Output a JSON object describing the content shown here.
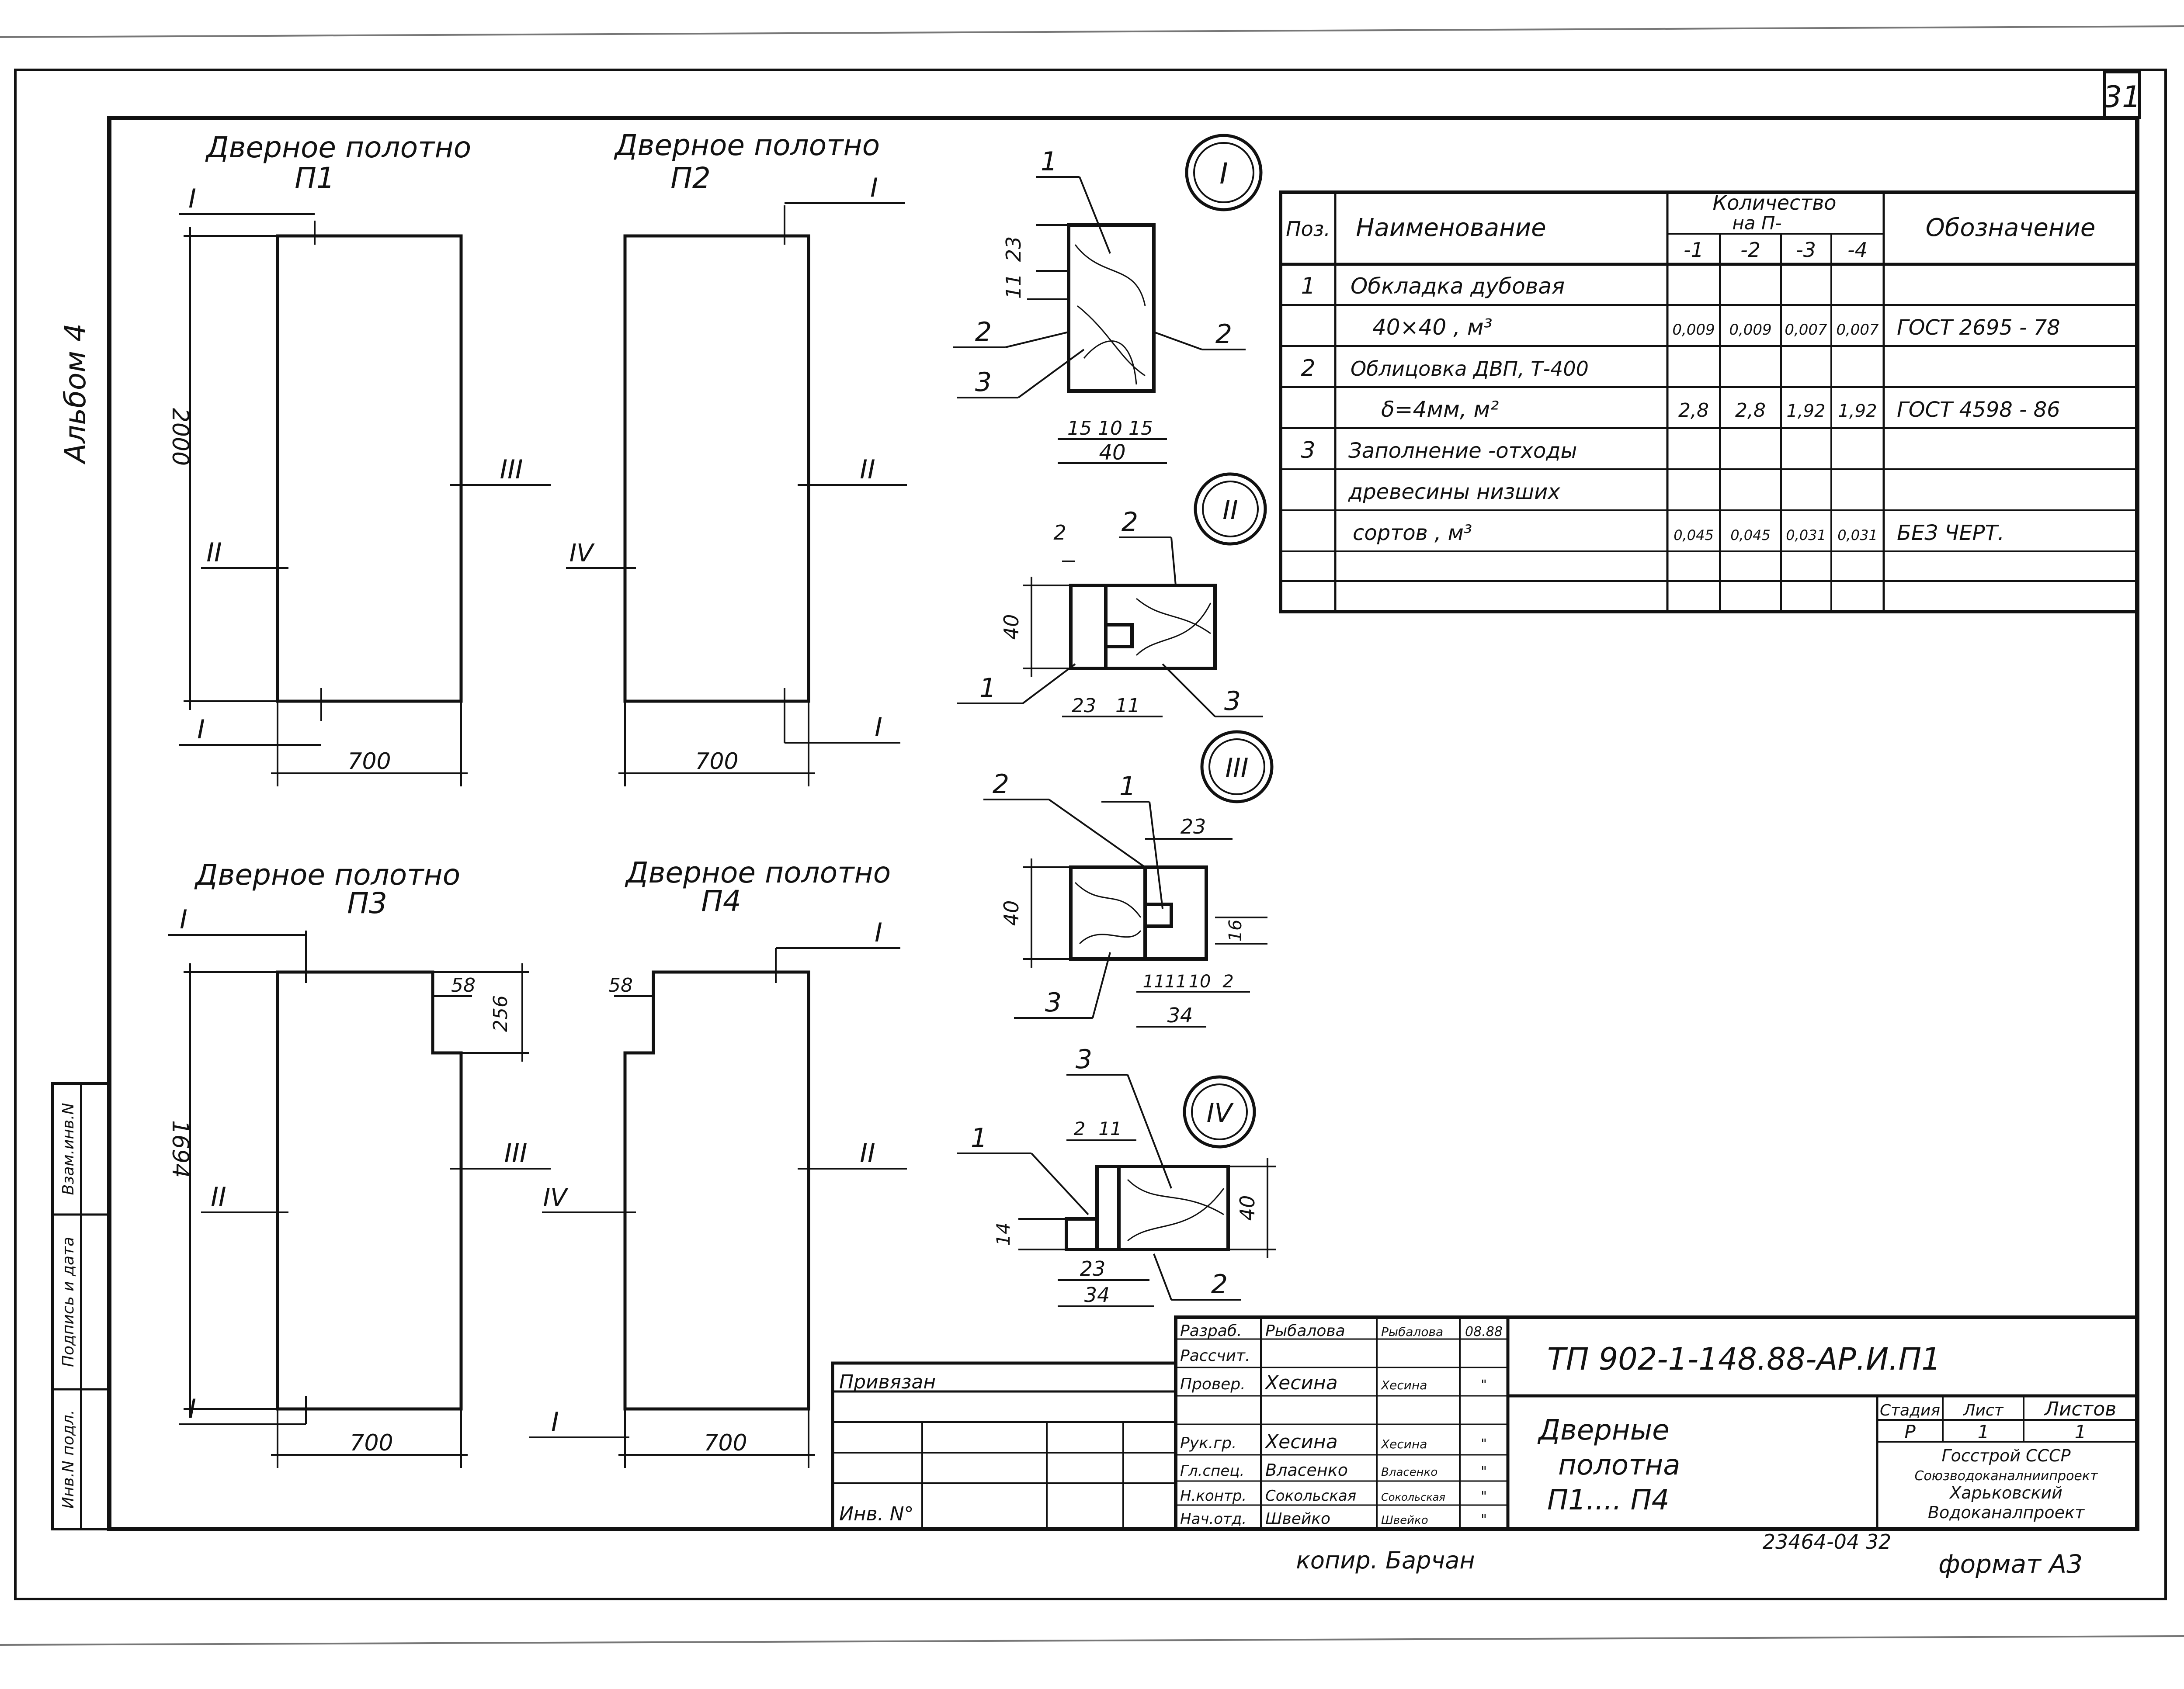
{
  "sheet": {
    "number": "31",
    "album": "Альбом 4",
    "copied_by": "копир. Барчан",
    "archive_no": "23464-04 32",
    "format": "формат А3"
  },
  "side_stamp": {
    "cells": [
      "Взам.инв.N",
      "Подпись и дата",
      "Инв.N подл."
    ]
  },
  "doors": [
    {
      "title": "Дверное полотно",
      "code": "П1",
      "height": "2000",
      "width": "700",
      "marks": {
        "top": "I",
        "bottom": "I",
        "left": "II",
        "right": "III"
      }
    },
    {
      "title": "Дверное полотно",
      "code": "П2",
      "width": "700",
      "marks": {
        "top": "I",
        "bottom": "I",
        "left": "IV",
        "right": "II"
      }
    },
    {
      "title": "Дверное полотно",
      "code": "П3",
      "height": "1694",
      "width": "700",
      "notch_w": "58",
      "notch_h": "256",
      "marks": {
        "top": "I",
        "bottom": "I",
        "left": "II",
        "right": "III"
      }
    },
    {
      "title": "Дверное полотно",
      "code": "П4",
      "width": "700",
      "notch_w": "58",
      "marks": {
        "top": "I",
        "bottom": "I",
        "left": "IV",
        "right": "II"
      }
    }
  ],
  "sections": [
    {
      "mark": "I",
      "dims": [
        "23",
        "11",
        "15",
        "10",
        "15",
        "40"
      ],
      "callouts": [
        "1",
        "2",
        "2",
        "3"
      ]
    },
    {
      "mark": "II",
      "dims": [
        "2",
        "40",
        "23",
        "11"
      ],
      "callouts": [
        "2",
        "1",
        "3"
      ]
    },
    {
      "mark": "III",
      "dims": [
        "23",
        "40",
        "16",
        "11",
        "11",
        "10",
        "2",
        "34"
      ],
      "callouts": [
        "2",
        "1",
        "3"
      ]
    },
    {
      "mark": "IV",
      "dims": [
        "2",
        "11",
        "40",
        "14",
        "23",
        "34"
      ],
      "callouts": [
        "3",
        "1",
        "2"
      ]
    }
  ],
  "spec_table": {
    "headers": {
      "pos": "Поз.",
      "name": "Наименование",
      "qty": "Количество",
      "qty_sub": "на П-",
      "designation": "Обозначение"
    },
    "qty_cols": [
      "-1",
      "-2",
      "-3",
      "-4"
    ],
    "rows": [
      {
        "pos": "1",
        "name": "Обкладка дубовая",
        "q": [
          "",
          "",
          "",
          ""
        ],
        "desig": ""
      },
      {
        "pos": "",
        "name": "40×40 , м³",
        "q": [
          "0,009",
          "0,009",
          "0,007",
          "0,007"
        ],
        "desig": "ГОСТ 2695 - 78"
      },
      {
        "pos": "2",
        "name": "Облицовка ДВП, Т-400",
        "q": [
          "",
          "",
          "",
          ""
        ],
        "desig": ""
      },
      {
        "pos": "",
        "name": "δ=4мм, м²",
        "q": [
          "2,8",
          "2,8",
          "1,92",
          "1,92"
        ],
        "desig": "ГОСТ 4598 - 86"
      },
      {
        "pos": "3",
        "name": "Заполнение -отходы",
        "q": [
          "",
          "",
          "",
          ""
        ],
        "desig": ""
      },
      {
        "pos": "",
        "name": "древесины низших",
        "q": [
          "",
          "",
          "",
          ""
        ],
        "desig": ""
      },
      {
        "pos": "",
        "name": "сортов , м³",
        "q": [
          "0,045",
          "0,045",
          "0,031",
          "0,031"
        ],
        "desig": "БЕЗ ЧЕРТ."
      },
      {
        "pos": "",
        "name": "",
        "q": [
          "",
          "",
          "",
          ""
        ],
        "desig": ""
      },
      {
        "pos": "",
        "name": "",
        "q": [
          "",
          "",
          "",
          ""
        ],
        "desig": ""
      }
    ]
  },
  "title_block": {
    "privyazan": "Привязан",
    "inv_no": "Инв. N°",
    "roles": [
      {
        "role": "Разраб.",
        "name": "Рыбалова",
        "sign": "Рыбалова",
        "date": "08.88"
      },
      {
        "role": "Рассчит.",
        "name": "",
        "sign": "",
        "date": ""
      },
      {
        "role": "Провер.",
        "name": "Хесина",
        "sign": "Хесина",
        "date": "\""
      },
      {
        "role": "Рук.гр.",
        "name": "Хесина",
        "sign": "Хесина",
        "date": "\""
      },
      {
        "role": "Гл.спец.",
        "name": "Власенко",
        "sign": "Власенко",
        "date": "\""
      },
      {
        "role": "Н.контр.",
        "name": "Сокольская",
        "sign": "Сокольская",
        "date": "\""
      },
      {
        "role": "Нач.отд.",
        "name": "Швейко",
        "sign": "Швейко",
        "date": "\""
      }
    ],
    "doc_code": "ТП 902-1-148.88-АР.И.П1",
    "doc_title": [
      "Дверные",
      "полотна",
      "П1.... П4"
    ],
    "stage_label": "Стадия",
    "sheet_label": "Лист",
    "sheets_label": "Листов",
    "stage": "Р",
    "sheet": "1",
    "sheets": "1",
    "org": [
      "Госстрой СССР",
      "Союзводоканалниипроект",
      "Харьковский",
      "Водоканалпроект"
    ]
  }
}
